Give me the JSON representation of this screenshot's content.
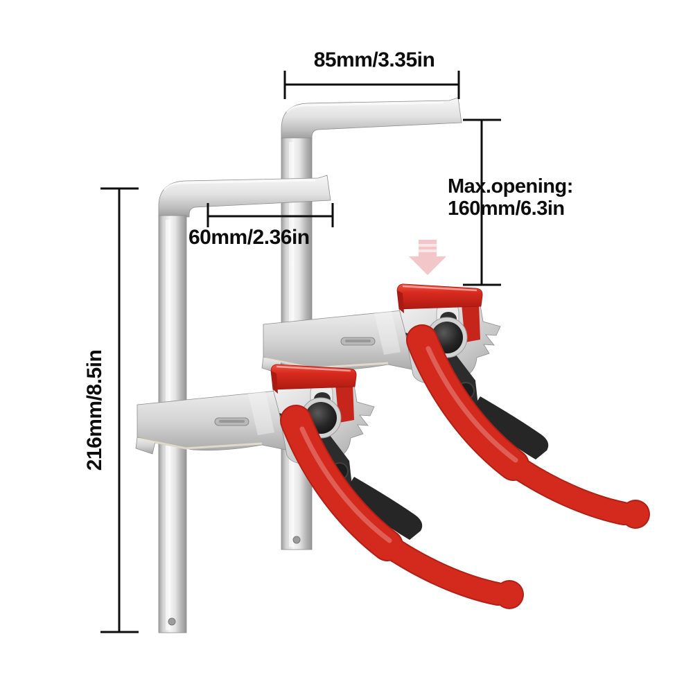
{
  "annotations": {
    "top_width": "85mm/3.35in",
    "jaw_depth": "60mm/2.36in",
    "max_opening_label": "Max.opening:",
    "max_opening_value": "160mm/6.3in",
    "rail_length": "216mm/8.5in"
  },
  "icons": {
    "down_arrow": "down-arrow-icon"
  },
  "colors": {
    "handle_red": "#d42a1e",
    "pad_red": "#d92a1e",
    "arrow_pink": "#f3c7ca",
    "metal_silver": "#d6d6d6",
    "dimension_line": "#0d0d0d"
  }
}
